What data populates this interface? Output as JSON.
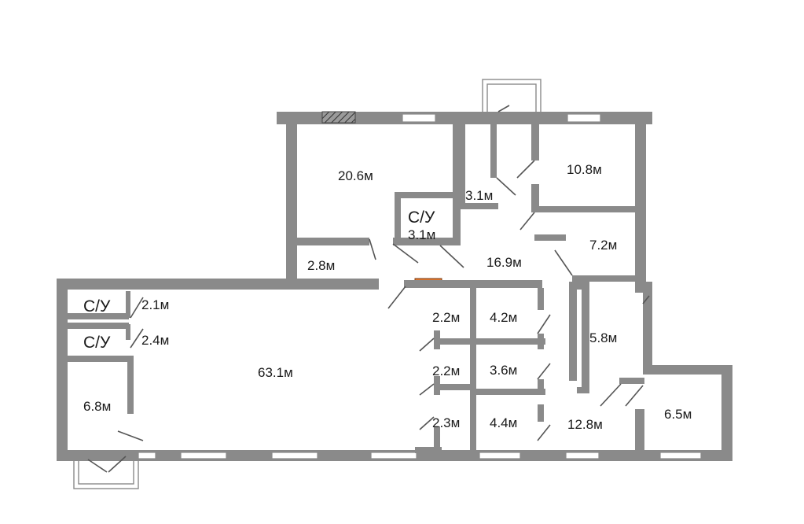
{
  "plan": {
    "rooms": [
      {
        "key": "r1",
        "label": "20.6м"
      },
      {
        "key": "r2",
        "label": "3.1м"
      },
      {
        "key": "r3",
        "label": "С/У"
      },
      {
        "key": "r4",
        "label": "3.1м"
      },
      {
        "key": "r5",
        "label": "10.8м"
      },
      {
        "key": "r6",
        "label": "7.2м"
      },
      {
        "key": "r7",
        "label": "2.8м"
      },
      {
        "key": "r8",
        "label": "16.9м"
      },
      {
        "key": "r9",
        "label": "С/У"
      },
      {
        "key": "r10",
        "label": "2.1м"
      },
      {
        "key": "r11",
        "label": "С/У"
      },
      {
        "key": "r12",
        "label": "2.4м"
      },
      {
        "key": "r13",
        "label": "63.1м"
      },
      {
        "key": "r14",
        "label": "6.8м"
      },
      {
        "key": "r15",
        "label": "2.2м"
      },
      {
        "key": "r16",
        "label": "4.2м"
      },
      {
        "key": "r17",
        "label": "5.8м"
      },
      {
        "key": "r18",
        "label": "2.2м"
      },
      {
        "key": "r19",
        "label": "3.6м"
      },
      {
        "key": "r20",
        "label": "2.3м"
      },
      {
        "key": "r21",
        "label": "4.4м"
      },
      {
        "key": "r22",
        "label": "12.8м"
      },
      {
        "key": "r23",
        "label": "6.5м"
      }
    ],
    "colors": {
      "wall": "#8a8a8a",
      "chimney": "#e0772d",
      "background": "#ffffff"
    }
  }
}
